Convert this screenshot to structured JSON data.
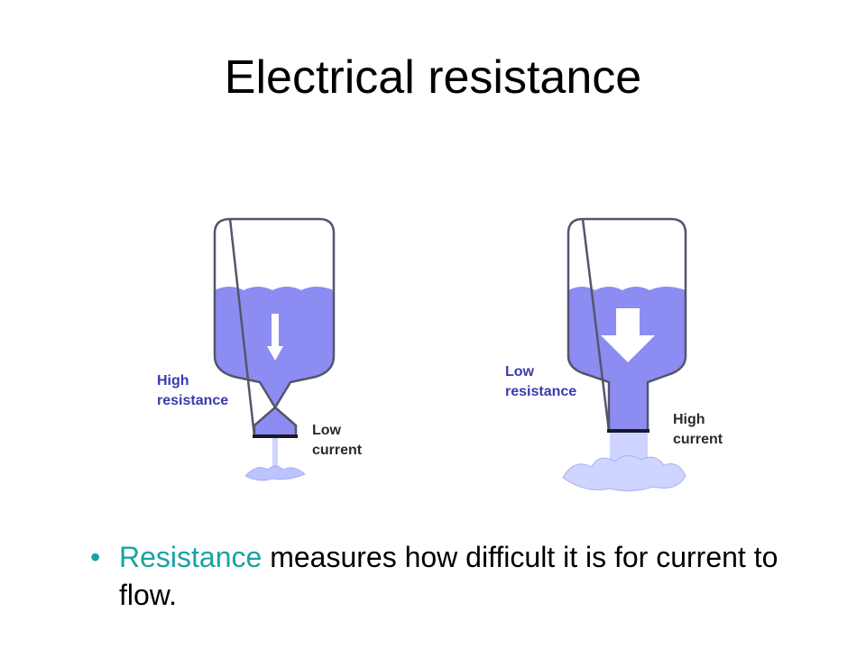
{
  "title": "Electrical resistance",
  "left_setup": {
    "neck_label_line1": "High",
    "neck_label_line2": "resistance",
    "flow_label_line1": "Low",
    "flow_label_line2": "current"
  },
  "right_setup": {
    "neck_label_line1": "Low",
    "neck_label_line2": "resistance",
    "flow_label_line1": "High",
    "flow_label_line2": "current"
  },
  "bullet": {
    "keyword": "Resistance",
    "text": " measures how difficult it is for current to flow."
  },
  "colors": {
    "water": "#8c8cf3",
    "label": "#3a3ab0",
    "keyword": "#1aa3a3",
    "bottle_outline": "#55556a"
  }
}
